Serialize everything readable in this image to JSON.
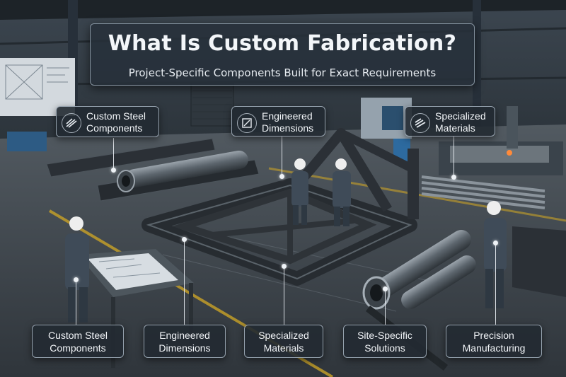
{
  "title": "What Is Custom Fabrication?",
  "subtitle": "Project-Specific Components Built for Exact Requirements",
  "top_labels": [
    {
      "line1": "Custom Steel",
      "line2": "Components",
      "icon": "steel-beams-icon"
    },
    {
      "line1": "Engineered",
      "line2": "Dimensions",
      "icon": "dimensions-icon"
    },
    {
      "line1": "Specialized",
      "line2": "Materials",
      "icon": "materials-icon"
    }
  ],
  "bottom_labels": [
    {
      "line1": "Custom Steel",
      "line2": "Components"
    },
    {
      "line1": "Engineered",
      "line2": "Dimensions"
    },
    {
      "line1": "Specialized",
      "line2": "Materials"
    },
    {
      "line1": "Site-Specific",
      "line2": "Solutions"
    },
    {
      "line1": "Precision",
      "line2": "Manufacturing"
    }
  ],
  "colors": {
    "panel_bg": "#26303a",
    "panel_border": "#d2e1f0",
    "text": "#f2f5f8",
    "floor": "#3a4148",
    "steel": "#2b3036",
    "safety_line": "#c9a227"
  }
}
